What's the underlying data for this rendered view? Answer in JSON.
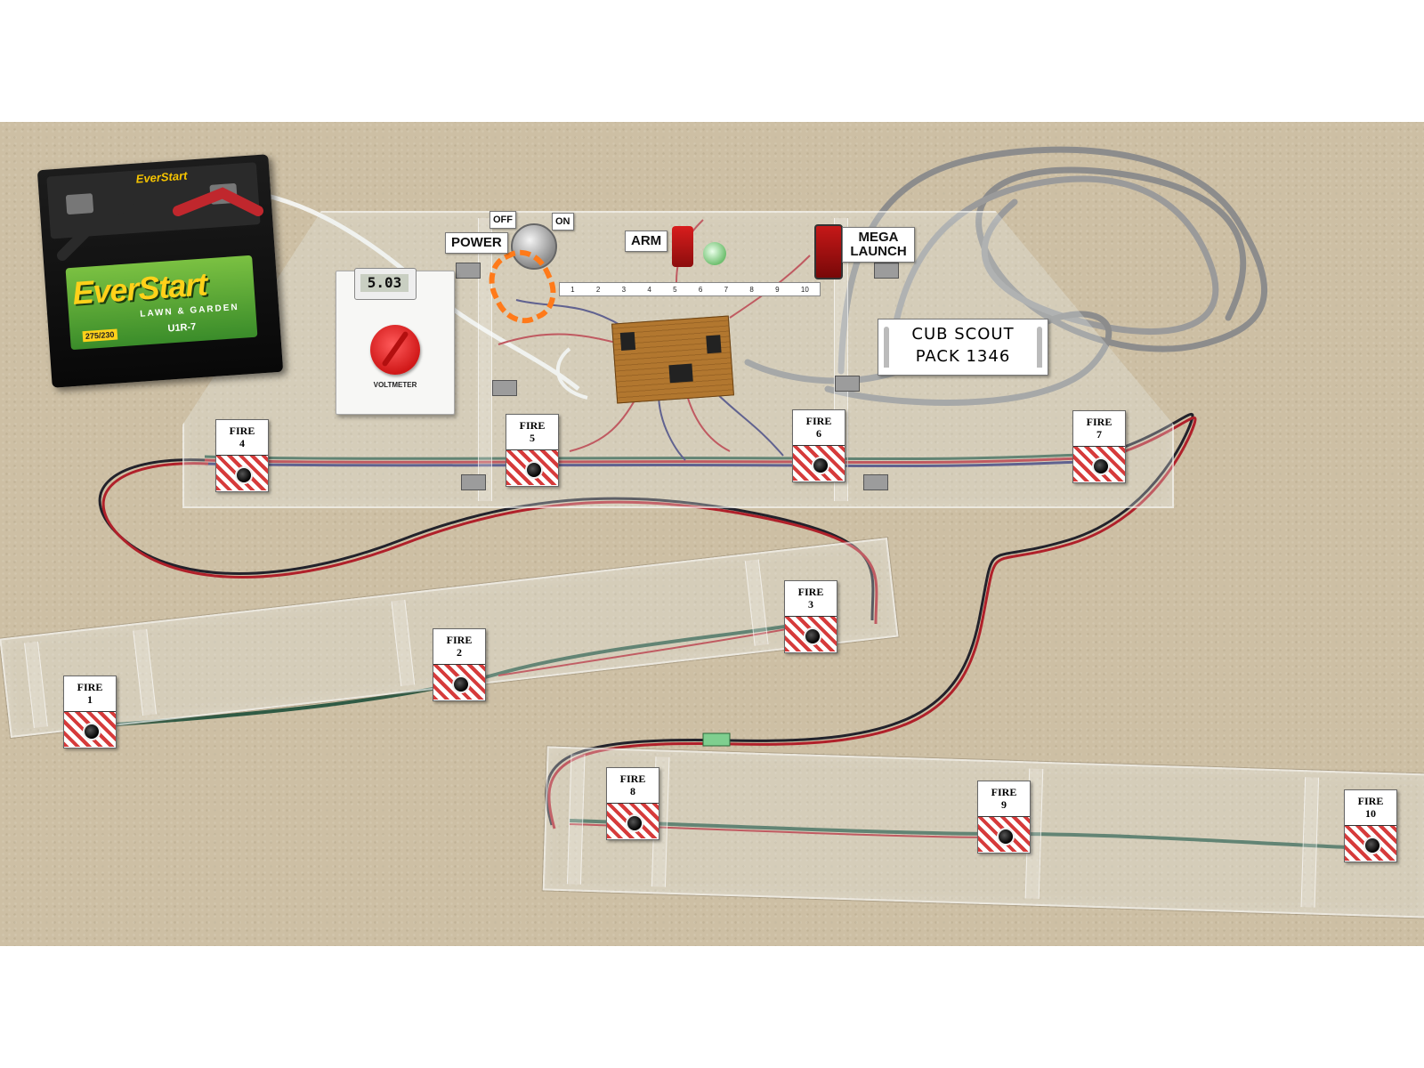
{
  "battery": {
    "brand": "EverStart",
    "subbrand": "LAWN & GARDEN",
    "model": "U1R-7",
    "code": "275/230",
    "top_brand": "EverStart"
  },
  "voltmeter": {
    "reading": "5.03",
    "title": "VOLTMETER"
  },
  "control_labels": {
    "off": "OFF",
    "on": "ON",
    "power": "POWER",
    "arm": "ARM",
    "mega_line1": "MEGA",
    "mega_line2": "LAUNCH"
  },
  "strip_numbers": [
    "1",
    "2",
    "3",
    "4",
    "5",
    "6",
    "7",
    "8",
    "9",
    "10"
  ],
  "sign": {
    "line1": "CUB SCOUT",
    "line2": "PACK 1346"
  },
  "fire_word": "FIRE",
  "fire_labels": [
    "1",
    "2",
    "3",
    "4",
    "5",
    "6",
    "7",
    "8",
    "9",
    "10"
  ],
  "colors": {
    "carpet": "#cdbfa4",
    "stripe_red": "#d63b3b",
    "wire_red": "#b0202a",
    "wire_green": "#2f5a44",
    "wire_gray": "#8c8c8c",
    "coil_orange": "#ff7a1a"
  }
}
